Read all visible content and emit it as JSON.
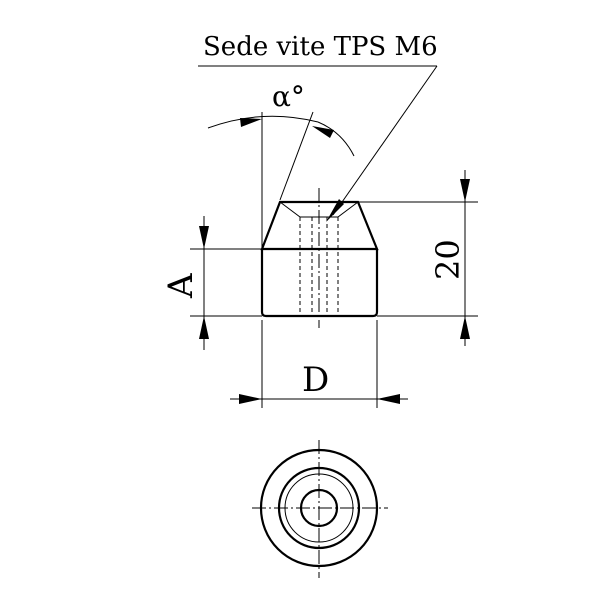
{
  "callout": {
    "text": "Sede vite TPS M6"
  },
  "labels": {
    "angle": "α°",
    "dim_a": "A",
    "dim_height": "20",
    "dim_d": "D"
  },
  "colors": {
    "line": "#000000",
    "background": "#ffffff"
  }
}
